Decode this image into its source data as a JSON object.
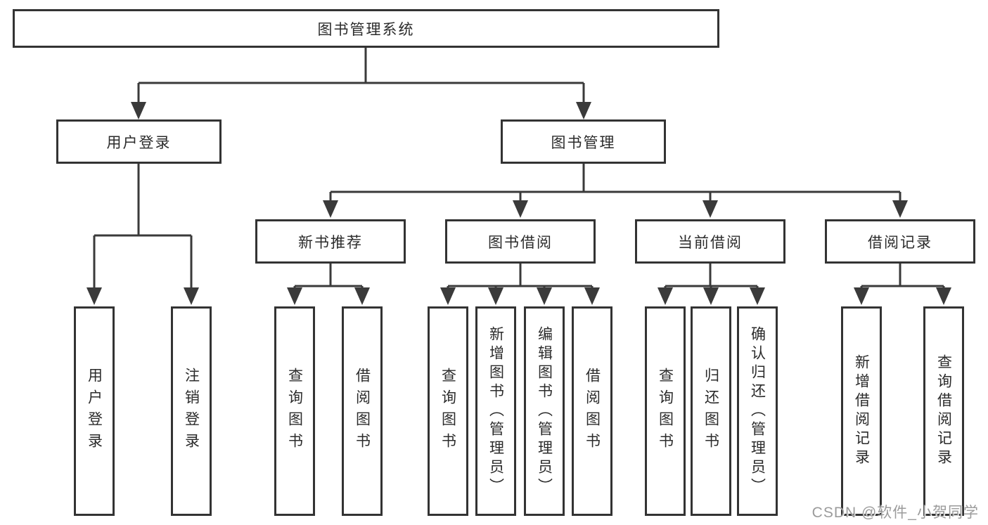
{
  "tree": {
    "root": {
      "label": "图书管理系统"
    },
    "branches": [
      {
        "label": "用户登录",
        "children": [
          {
            "label": "用户登录"
          },
          {
            "label": "注销登录"
          }
        ]
      },
      {
        "label": "图书管理",
        "children": [
          {
            "label": "新书推荐",
            "children": [
              {
                "label": "查询图书"
              },
              {
                "label": "借阅图书"
              }
            ]
          },
          {
            "label": "图书借阅",
            "children": [
              {
                "label": "查询图书"
              },
              {
                "label": "新增图书（管理员）"
              },
              {
                "label": "编辑图书（管理员）"
              },
              {
                "label": "借阅图书"
              }
            ]
          },
          {
            "label": "当前借阅",
            "children": [
              {
                "label": "查询图书"
              },
              {
                "label": "归还图书"
              },
              {
                "label": "确认归还（管理员）"
              }
            ]
          },
          {
            "label": "借阅记录",
            "children": [
              {
                "label": "新增借阅记录"
              },
              {
                "label": "查询借阅记录"
              }
            ]
          }
        ]
      }
    ]
  },
  "watermark": {
    "text": "CSDN @软件_小贺同学"
  },
  "colors": {
    "line": "#3a3a3a",
    "box_border": "#333333",
    "text": "#2b2b2b",
    "watermark": "#9b9b9b",
    "background": "#ffffff"
  }
}
